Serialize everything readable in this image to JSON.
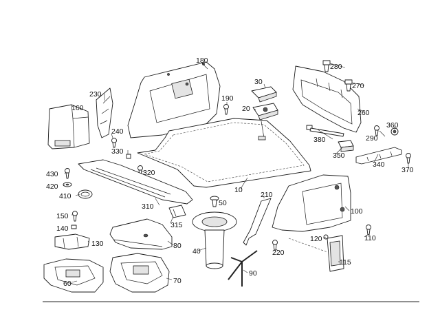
{
  "diagram": {
    "callouts": [
      {
        "id": "10",
        "text": "10"
      },
      {
        "id": "20",
        "text": "20"
      },
      {
        "id": "30",
        "text": "30"
      },
      {
        "id": "40",
        "text": "40"
      },
      {
        "id": "50",
        "text": "50"
      },
      {
        "id": "60",
        "text": "60"
      },
      {
        "id": "70",
        "text": "70"
      },
      {
        "id": "80",
        "text": "80"
      },
      {
        "id": "90",
        "text": "90"
      },
      {
        "id": "100",
        "text": "100"
      },
      {
        "id": "110",
        "text": "110"
      },
      {
        "id": "115",
        "text": "115"
      },
      {
        "id": "120",
        "text": "120"
      },
      {
        "id": "130",
        "text": "130"
      },
      {
        "id": "140",
        "text": "140"
      },
      {
        "id": "150",
        "text": "150"
      },
      {
        "id": "160",
        "text": "160"
      },
      {
        "id": "180",
        "text": "180"
      },
      {
        "id": "190",
        "text": "190"
      },
      {
        "id": "210",
        "text": "210"
      },
      {
        "id": "220",
        "text": "220"
      },
      {
        "id": "230",
        "text": "230"
      },
      {
        "id": "240",
        "text": "240"
      },
      {
        "id": "260",
        "text": "260"
      },
      {
        "id": "270",
        "text": "270"
      },
      {
        "id": "280",
        "text": "280"
      },
      {
        "id": "290",
        "text": "290"
      },
      {
        "id": "310",
        "text": "310"
      },
      {
        "id": "315",
        "text": "315"
      },
      {
        "id": "320",
        "text": "320"
      },
      {
        "id": "330",
        "text": "330"
      },
      {
        "id": "340",
        "text": "340"
      },
      {
        "id": "350",
        "text": "350"
      },
      {
        "id": "360",
        "text": "360"
      },
      {
        "id": "370",
        "text": "370"
      },
      {
        "id": "380",
        "text": "380"
      },
      {
        "id": "410",
        "text": "410"
      },
      {
        "id": "420",
        "text": "420"
      },
      {
        "id": "430",
        "text": "430"
      }
    ]
  }
}
